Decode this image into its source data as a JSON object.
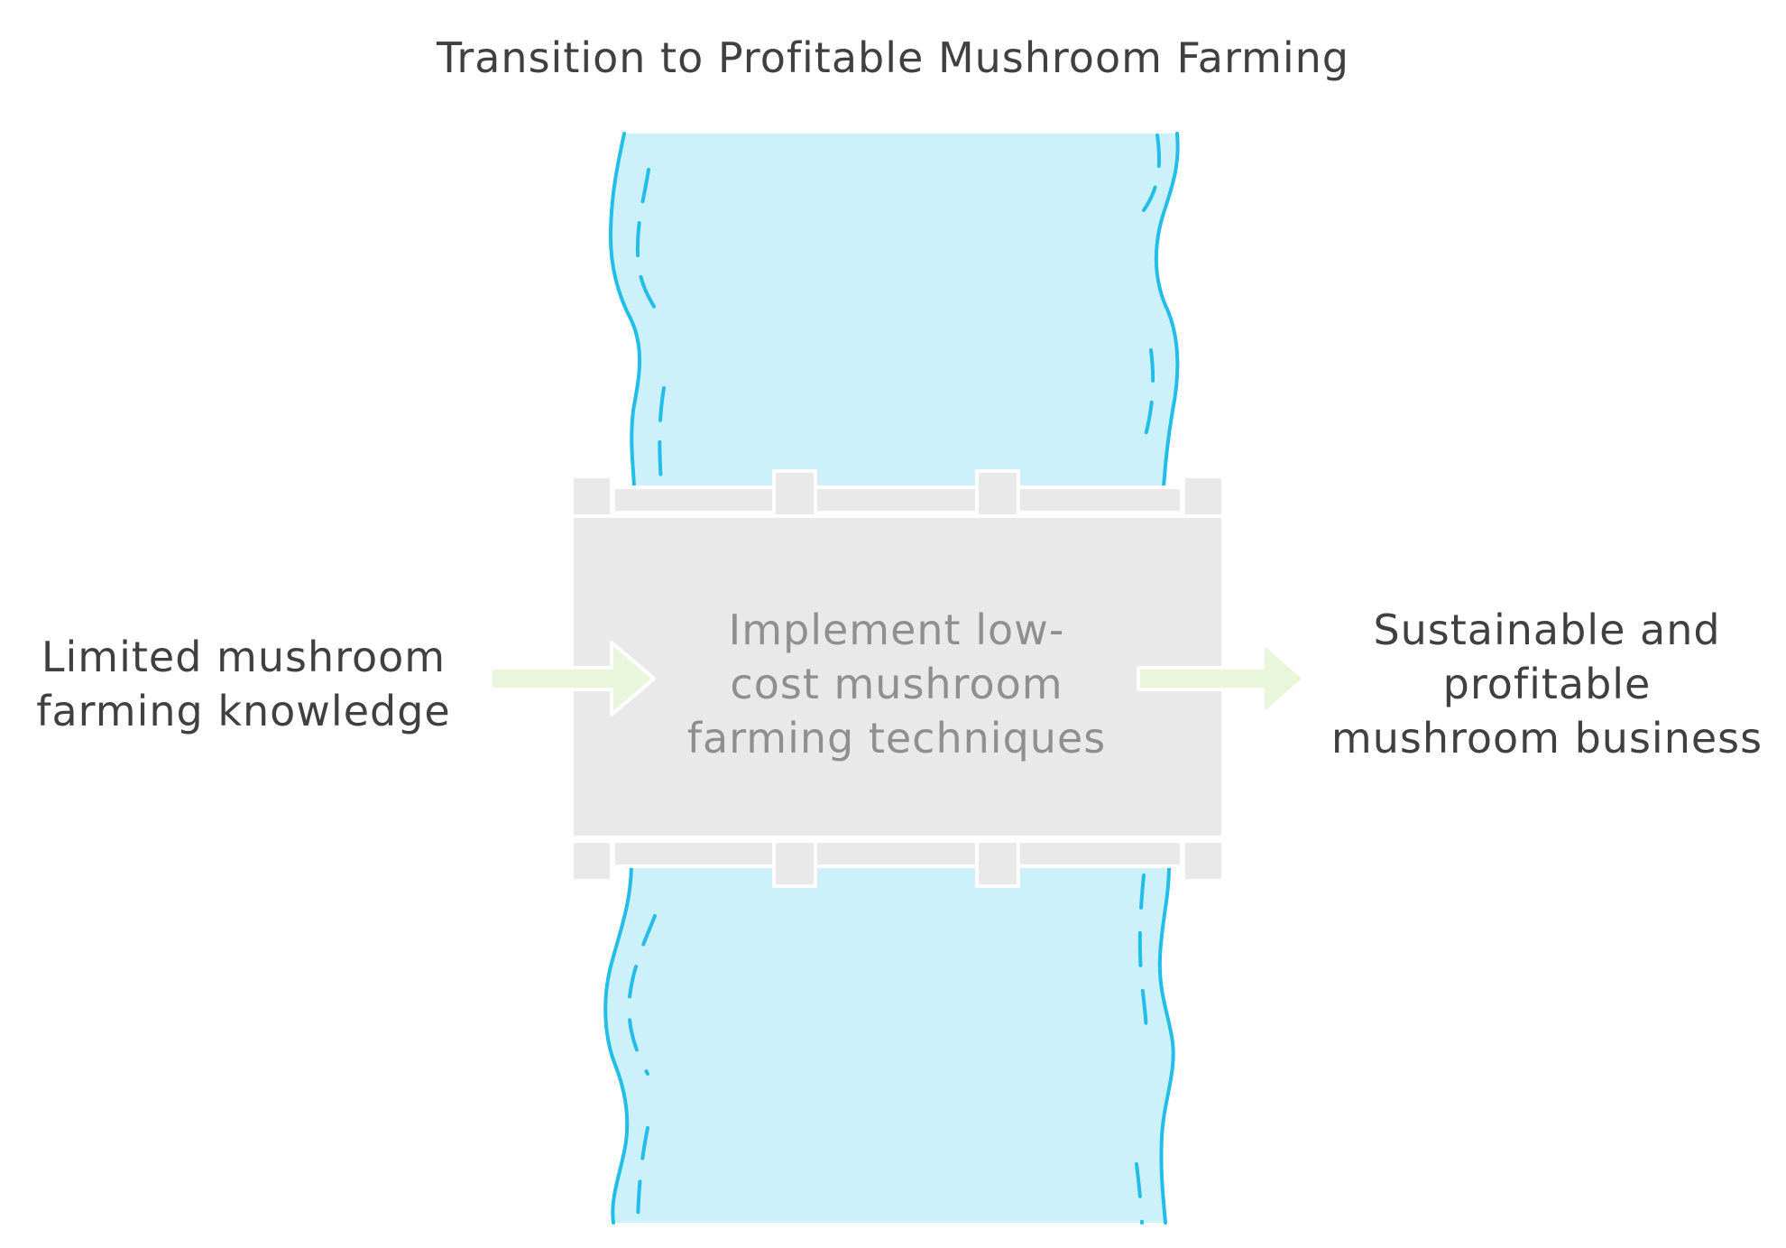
{
  "diagram": {
    "title": "Transition to Profitable Mushroom Farming",
    "input_lines": [
      "Limited mushroom",
      "farming knowledge"
    ],
    "process_lines": [
      "Implement low-",
      "cost mushroom",
      "farming techniques"
    ],
    "output_lines": [
      "Sustainable and",
      "profitable",
      "mushroom business"
    ]
  },
  "colors": {
    "river_fill": "#cdf1fb",
    "river_stroke": "#22bde8",
    "bridge_fill": "#e9e9e9",
    "bridge_stroke": "#ffffff",
    "arrow_fill": "#eaf6dc",
    "text": "#404040",
    "process_text": "#8f8f8f"
  }
}
